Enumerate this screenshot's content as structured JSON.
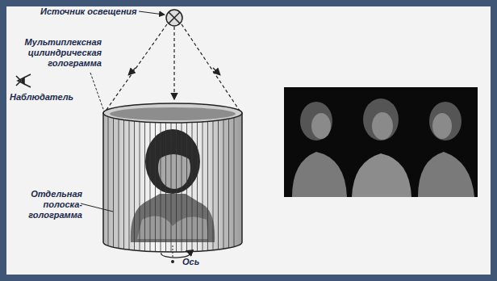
{
  "diagram": {
    "labels": [
      "Источник освещения",
      "Мультиплексная цилиндрическая голограмма",
      "Наблюдатель",
      "Отдельная полоска-голограмма",
      "Ось"
    ]
  }
}
